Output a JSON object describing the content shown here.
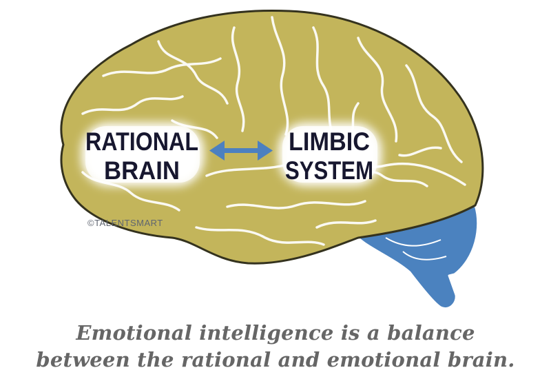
{
  "labels": {
    "rational": [
      "RATIONAL",
      "BRAIN"
    ],
    "limbic": [
      "LIMBIC",
      "SYSTEM"
    ]
  },
  "watermark": "©TALENTSMART",
  "caption": {
    "line1": "Emotional intelligence is a balance",
    "line2": "between the rational and emotional brain."
  },
  "colors": {
    "cerebrum": "#c3b55b",
    "cerebrum_outline": "#34321e",
    "cerebellum": "#4b82bf",
    "arrow": "#4c80c0",
    "label_text": "#17172f",
    "label_glow": "#ffffff",
    "caption": "#666666"
  },
  "icons": {
    "connector": "double-headed-arrow-icon"
  }
}
